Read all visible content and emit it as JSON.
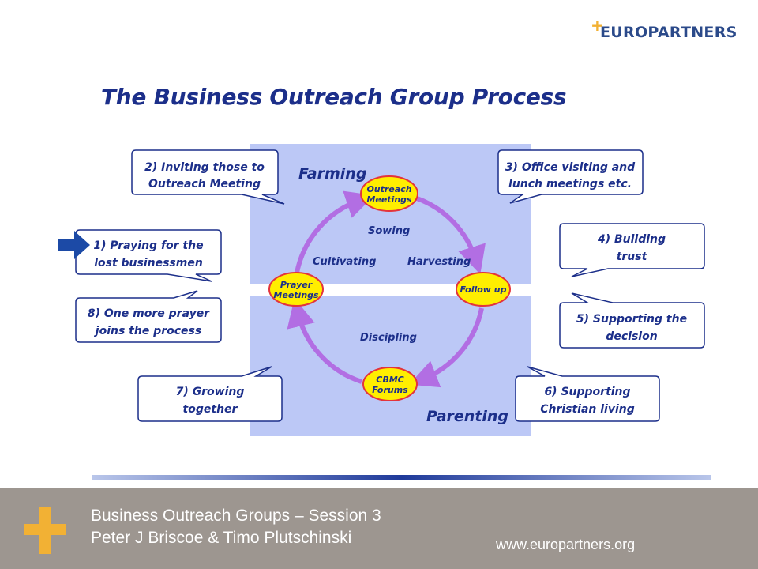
{
  "logo": {
    "plus": "+",
    "name": "EUROPARTNERS"
  },
  "title": "The Business Outreach Group Process",
  "quadrants": {
    "top": "Farming",
    "bottom": "Parenting"
  },
  "cycle": {
    "nodes": {
      "top": [
        "Outreach",
        "Meetings"
      ],
      "right": [
        "Follow up"
      ],
      "bottom": [
        "CBMC",
        "Forums"
      ],
      "left": [
        "Prayer",
        "Meetings"
      ]
    },
    "arc_labels": {
      "sowing": "Sowing",
      "cultivating": "Cultivating",
      "harvesting": "Harvesting",
      "discipling": "Discipling"
    }
  },
  "steps": {
    "s1": [
      "1) Praying for the",
      "lost businessmen"
    ],
    "s2": [
      "2) Inviting those to",
      "Outreach Meeting"
    ],
    "s3": [
      "3) Office visiting and",
      "lunch meetings etc."
    ],
    "s4": [
      "4) Building",
      "trust"
    ],
    "s5": [
      "5) Supporting the",
      "decision"
    ],
    "s6": [
      "6) Supporting",
      "Christian living"
    ],
    "s7": [
      "7) Growing",
      "together"
    ],
    "s8": [
      "8) One more prayer",
      "joins the process"
    ]
  },
  "colors": {
    "navy": "#1c2f8a",
    "panel": "#bcc8f6",
    "circle": "#b26ee3",
    "node_fill": "#ffee00",
    "node_border": "#e3343c",
    "accent": "#f2b134",
    "footer": "#9d9690"
  },
  "footer": {
    "line1": "Business Outreach Groups – Session 3",
    "line2": "Peter J Briscoe & Timo Plutschinski",
    "url": "www.europartners.org"
  }
}
